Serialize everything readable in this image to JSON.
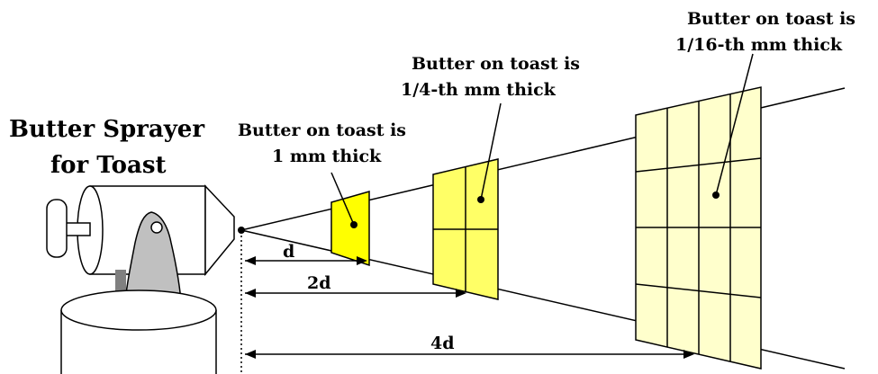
{
  "title_lines": [
    "Butter Sprayer",
    "for Toast"
  ],
  "labels": {
    "near": [
      "Butter on toast is",
      "1 mm thick"
    ],
    "middle": [
      "Butter on toast is",
      "1/4-th mm thick"
    ],
    "far": [
      "Butter on toast is",
      "1/16-th mm thick"
    ]
  },
  "distances": [
    "d",
    "2d",
    "4d"
  ],
  "colors": {
    "near_fill": "#ffff00",
    "middle_fill": "#ffff66",
    "far_fill": "#ffffcc",
    "nozzle_gray": "#c0c0c0",
    "handle_dark": "#808080"
  }
}
